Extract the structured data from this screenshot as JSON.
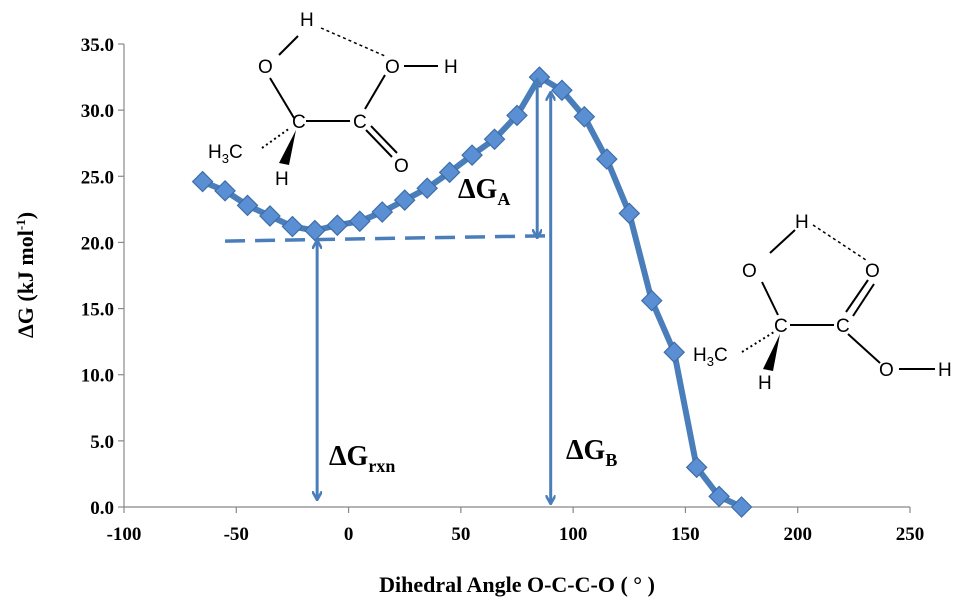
{
  "chart_data": {
    "type": "scatter",
    "xlabel": "Dihedral Angle O-C-C-O ( ° )",
    "ylabel": {
      "main": "ΔG (kJ mol",
      "sup": "-1",
      "close": ")"
    },
    "xlim": [
      -100,
      250
    ],
    "ylim": [
      0,
      35
    ],
    "x_ticks": [
      "-100",
      "-50",
      "0",
      "50",
      "100",
      "150",
      "200",
      "250"
    ],
    "y_ticks": [
      "0.0",
      "5.0",
      "10.0",
      "15.0",
      "20.0",
      "25.0",
      "30.0",
      "35.0"
    ],
    "grid": false,
    "legend": "none",
    "series": [
      {
        "color": "#4a7ebb",
        "marker": "diamond",
        "x": [
          -65,
          -55,
          -45,
          -35,
          -25,
          -15,
          -5,
          5,
          15,
          25,
          35,
          45,
          55,
          65,
          75,
          85,
          95,
          105,
          115,
          125,
          135,
          145,
          155,
          165,
          175
        ],
        "y": [
          24.6,
          23.9,
          22.8,
          22.0,
          21.2,
          20.9,
          21.3,
          21.6,
          22.3,
          23.2,
          24.1,
          25.3,
          26.6,
          27.8,
          29.6,
          32.5,
          31.5,
          29.5,
          26.3,
          22.2,
          15.6,
          11.7,
          3.0,
          0.8,
          0.0
        ]
      }
    ],
    "annotations": [
      {
        "name": "dg-a",
        "delta": "ΔG",
        "sub": "A",
        "from": [
          84,
          32.3
        ],
        "to": [
          84,
          20.4
        ]
      },
      {
        "name": "dg-b",
        "delta": "ΔG",
        "sub": "B",
        "from": [
          90,
          31.3
        ],
        "to": [
          90,
          0.3
        ]
      },
      {
        "name": "dg-rxn",
        "delta": "ΔG",
        "sub": "rxn",
        "from": [
          -14,
          20.1
        ],
        "to": [
          -14,
          0.6
        ]
      }
    ],
    "dashed_line": {
      "from": [
        -55,
        20.1
      ],
      "to": [
        88,
        20.5
      ]
    },
    "molecules": {
      "left": {
        "H_top": "H",
        "O1": "O",
        "O2": "O",
        "H_right": "H",
        "C1": "C",
        "C2": "C",
        "O3": "O",
        "H3C": "H",
        "three": "3",
        "C_methyl": "C",
        "H_bottom": "H"
      },
      "right": {
        "H_top": "H",
        "O1": "O",
        "O2": "O",
        "C1": "C",
        "C2": "C",
        "O3": "O",
        "H_right": "H",
        "H3C": "H",
        "three": "3",
        "C_methyl": "C",
        "H_bottom": "H"
      }
    }
  }
}
